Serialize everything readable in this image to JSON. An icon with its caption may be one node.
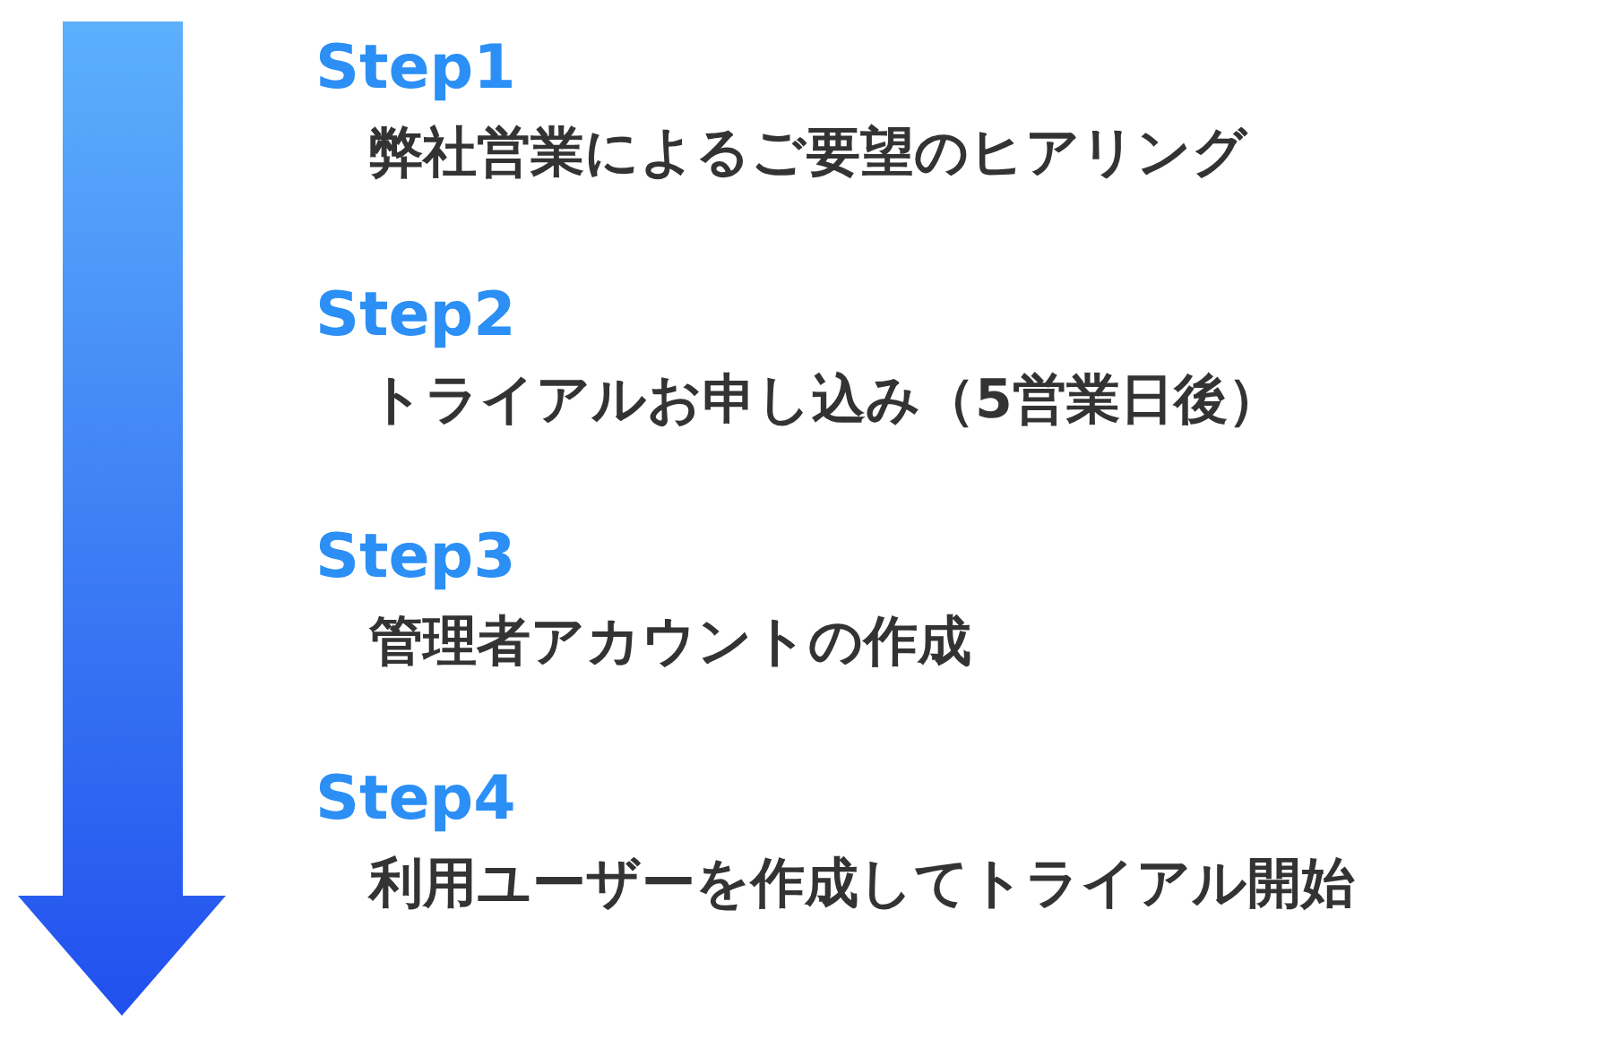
{
  "diagram": {
    "labels": [
      "Step1",
      "弊社営業によるご要望のヒアリング",
      "Step2",
      "トライアルお申し込み（5営業日後）",
      "Step3",
      "管理者アカウントの作成",
      "Step4",
      "利用ユーザーを作成してトライアル開始"
    ]
  }
}
